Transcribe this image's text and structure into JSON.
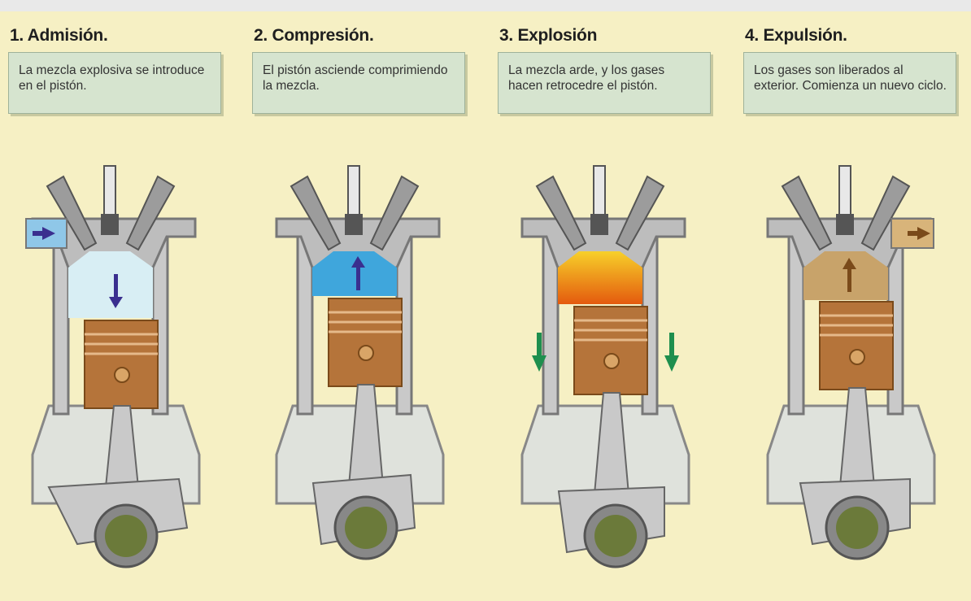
{
  "stages": [
    {
      "title": "1.  Admisión.",
      "description": "La mezcla explosiva se introduce en el pistón.",
      "chamber_color": "#d8eef4",
      "arrow_color": "#3a2f8f"
    },
    {
      "title": "2.  Compresión.",
      "description": "El pistón asciende comprimiendo la mezcla.",
      "chamber_color": "#3fa6dc",
      "arrow_color": "#3a2f8f"
    },
    {
      "title": "3.  Explosión",
      "description": "La mezcla arde, y los gases hacen retrocedre el pistón.",
      "chamber_color": "#ee6a10",
      "arrow_color": "#1e8f4e"
    },
    {
      "title": "4.  Expulsión.",
      "description": "Los gases son liberados al exterior. Comienza un nuevo ciclo.",
      "chamber_color": "#c8a36a",
      "arrow_color": "#7a4a1a"
    }
  ],
  "colors": {
    "background": "#f6f0c4",
    "caption_box": "#d6e4cf",
    "piston": "#b5743a",
    "cylinder": "#c9c9c9",
    "crank": "#6b7a3a"
  }
}
